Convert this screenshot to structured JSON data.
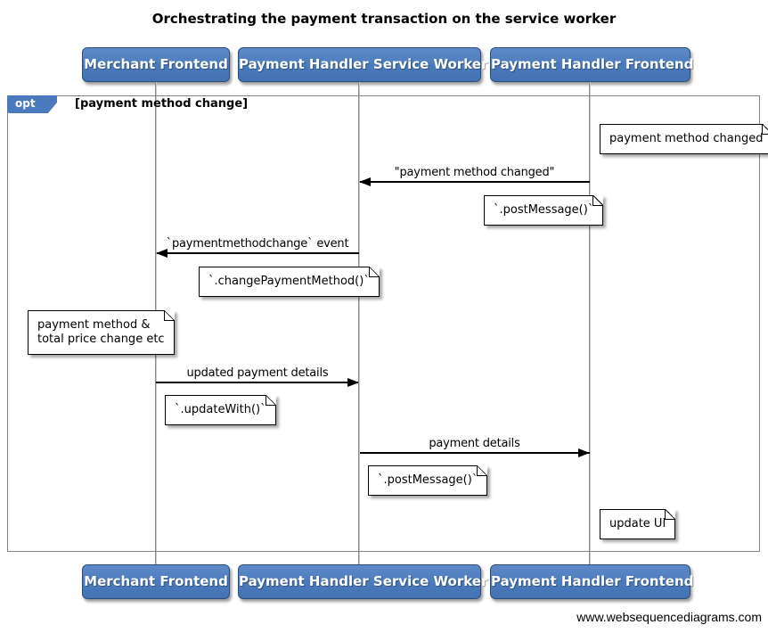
{
  "title": "Orchestrating the payment transaction on the service worker",
  "actors": [
    {
      "label": "Merchant Frontend"
    },
    {
      "label": "Payment Handler Service Worker"
    },
    {
      "label": "Payment Handler Frontend"
    }
  ],
  "fragment": {
    "operator": "opt",
    "condition": "[payment method change]"
  },
  "messages": [
    {
      "label": "\"payment method changed\"",
      "from": "Payment Handler Frontend",
      "to": "Payment Handler Service Worker",
      "direction": "left"
    },
    {
      "label": "`paymentmethodchange` event",
      "from": "Payment Handler Service Worker",
      "to": "Merchant Frontend",
      "direction": "left"
    },
    {
      "label": "updated payment details",
      "from": "Merchant Frontend",
      "to": "Payment Handler Service Worker",
      "direction": "right"
    },
    {
      "label": "payment details",
      "from": "Payment Handler Service Worker",
      "to": "Payment Handler Frontend",
      "direction": "right"
    }
  ],
  "notes": [
    {
      "text": "payment method changed"
    },
    {
      "text": "`.postMessage()`"
    },
    {
      "text": "`.changePaymentMethod()`"
    },
    {
      "text": "payment method &\ntotal price change etc"
    },
    {
      "text": "`.updateWith()`"
    },
    {
      "text": "`.postMessage()`"
    },
    {
      "text": "update UI"
    }
  ],
  "footer": "www.websequencediagrams.com",
  "colors": {
    "actor_blue": "#4a7abc",
    "actor_border": "#2b4d7e",
    "frame_border": "#828282",
    "note_fill": "#ffffff",
    "arrow": "#000000"
  }
}
